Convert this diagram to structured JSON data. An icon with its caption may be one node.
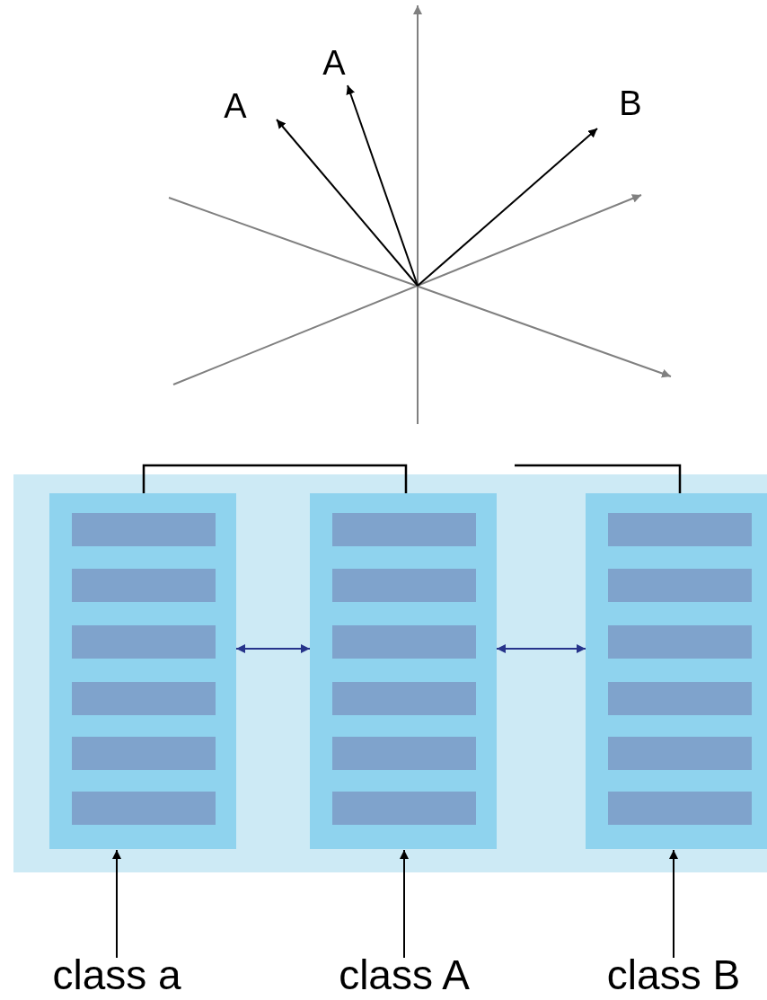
{
  "diagram": {
    "nodes": [
      {
        "text": [
          "A"
        ]
      },
      {
        "text": [
          "A"
        ]
      },
      {
        "text": [
          "B"
        ]
      },
      {
        "text": [],
        "shape": "box"
      },
      {
        "text": [],
        "shape": "box",
        "in": 3
      },
      {
        "text": [],
        "shape": "bar",
        "in": 4
      },
      {
        "text": [],
        "shape": "bar",
        "in": 4
      },
      {
        "text": [],
        "shape": "bar",
        "in": 4
      },
      {
        "text": [],
        "shape": "bar",
        "in": 4
      },
      {
        "text": [],
        "shape": "bar",
        "in": 4
      },
      {
        "text": [],
        "shape": "bar",
        "in": 4
      },
      {
        "text": [],
        "shape": "box",
        "in": 3
      },
      {
        "text": [],
        "shape": "bar",
        "in": 11
      },
      {
        "text": [],
        "shape": "bar",
        "in": 11
      },
      {
        "text": [],
        "shape": "bar",
        "in": 11
      },
      {
        "text": [],
        "shape": "bar",
        "in": 11
      },
      {
        "text": [],
        "shape": "bar",
        "in": 11
      },
      {
        "text": [],
        "shape": "bar",
        "in": 11
      },
      {
        "text": [],
        "shape": "box",
        "in": 3
      },
      {
        "text": [],
        "shape": "bar",
        "in": 18
      },
      {
        "text": [],
        "shape": "bar",
        "in": 18
      },
      {
        "text": [],
        "shape": "bar",
        "in": 18
      },
      {
        "text": [],
        "shape": "bar",
        "in": 18
      },
      {
        "text": [],
        "shape": "bar",
        "in": 18
      },
      {
        "text": [],
        "shape": "bar",
        "in": 18
      },
      {
        "text": [
          "class a"
        ]
      },
      {
        "text": [
          "class A"
        ]
      },
      {
        "text": [
          "class B"
        ]
      }
    ],
    "edges": [
      {
        "from": null,
        "to": 0,
        "arrow": "to"
      },
      {
        "from": null,
        "to": 1,
        "arrow": "to"
      },
      {
        "from": null,
        "to": 2,
        "arrow": "to"
      },
      {
        "from": 4,
        "to": 11,
        "arrow": "both",
        "color": "#27348b"
      },
      {
        "from": 11,
        "to": 18,
        "arrow": "both",
        "color": "#27348b"
      },
      {
        "from": 4,
        "to": 11,
        "arrow": "none"
      },
      {
        "from": 18,
        "to": null,
        "arrow": "none"
      },
      {
        "from": 25,
        "to": 4,
        "arrow": "to"
      },
      {
        "from": 26,
        "to": 11,
        "arrow": "to"
      },
      {
        "from": 27,
        "to": 18,
        "arrow": "to"
      }
    ]
  }
}
